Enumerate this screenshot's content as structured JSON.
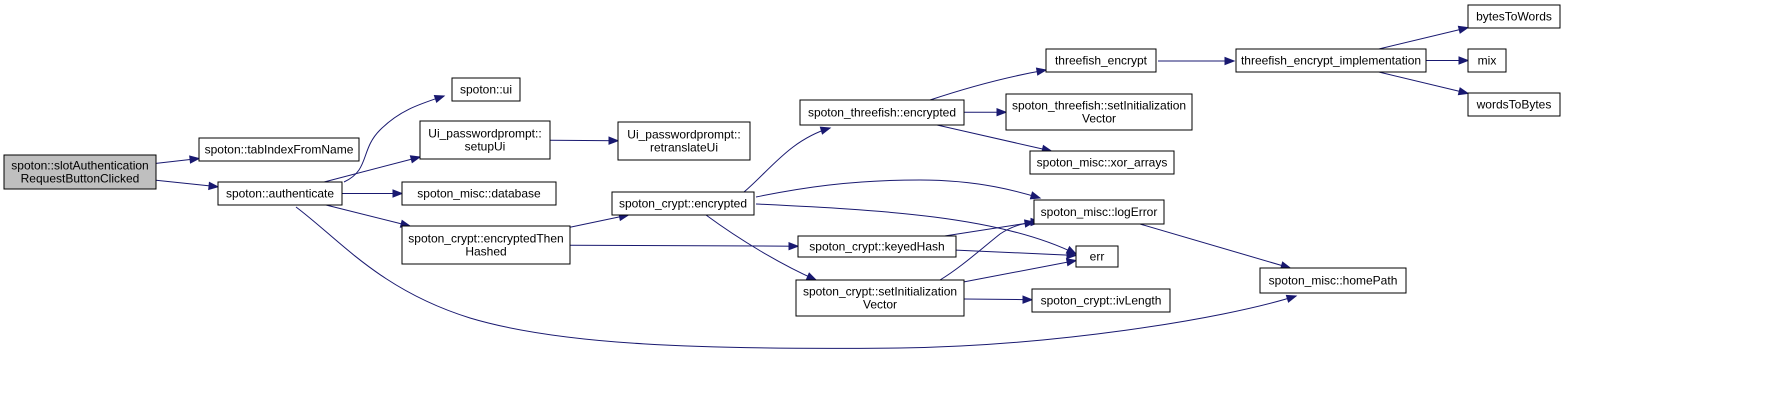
{
  "colors": {
    "edge": "#191970",
    "root_fill": "#bfbfbf",
    "node_fill": "#ffffff",
    "border": "#000000"
  },
  "nodes": [
    {
      "id": "n0",
      "lines": [
        "spoton::slotAuthentication",
        "RequestButtonClicked"
      ],
      "root": true
    },
    {
      "id": "n1",
      "lines": [
        "spoton::tabIndexFromName"
      ]
    },
    {
      "id": "n2",
      "lines": [
        "spoton::authenticate"
      ]
    },
    {
      "id": "n3",
      "lines": [
        "spoton::ui"
      ]
    },
    {
      "id": "n4",
      "lines": [
        "Ui_passwordprompt::",
        "setupUi"
      ]
    },
    {
      "id": "n5",
      "lines": [
        "spoton_misc::database"
      ]
    },
    {
      "id": "n6",
      "lines": [
        "spoton_crypt::encryptedThen",
        "Hashed"
      ]
    },
    {
      "id": "n7",
      "lines": [
        "spoton_misc::homePath"
      ]
    },
    {
      "id": "n8",
      "lines": [
        "Ui_passwordprompt::",
        "retranslateUi"
      ]
    },
    {
      "id": "n9",
      "lines": [
        "spoton_crypt::encrypted"
      ]
    },
    {
      "id": "n10",
      "lines": [
        "spoton_crypt::keyedHash"
      ]
    },
    {
      "id": "n11",
      "lines": [
        "spoton_threefish::encrypted"
      ]
    },
    {
      "id": "n12",
      "lines": [
        "spoton_misc::logError"
      ]
    },
    {
      "id": "n13",
      "lines": [
        "err"
      ]
    },
    {
      "id": "n14",
      "lines": [
        "spoton_crypt::setInitialization",
        "Vector"
      ]
    },
    {
      "id": "n15",
      "lines": [
        "threefish_encrypt"
      ]
    },
    {
      "id": "n16",
      "lines": [
        "spoton_threefish::setInitialization",
        "Vector"
      ]
    },
    {
      "id": "n17",
      "lines": [
        "spoton_misc::xor_arrays"
      ]
    },
    {
      "id": "n18",
      "lines": [
        "spoton_crypt::ivLength"
      ]
    },
    {
      "id": "n19",
      "lines": [
        "threefish_encrypt_implementation"
      ]
    },
    {
      "id": "n20",
      "lines": [
        "bytesToWords"
      ]
    },
    {
      "id": "n21",
      "lines": [
        "mix"
      ]
    },
    {
      "id": "n22",
      "lines": [
        "wordsToBytes"
      ]
    }
  ],
  "edges": [
    [
      "n0",
      "n1"
    ],
    [
      "n0",
      "n2"
    ],
    [
      "n2",
      "n3"
    ],
    [
      "n2",
      "n4"
    ],
    [
      "n2",
      "n5"
    ],
    [
      "n2",
      "n6"
    ],
    [
      "n2",
      "n7"
    ],
    [
      "n4",
      "n8"
    ],
    [
      "n6",
      "n9"
    ],
    [
      "n6",
      "n10"
    ],
    [
      "n9",
      "n11"
    ],
    [
      "n9",
      "n12"
    ],
    [
      "n9",
      "n13"
    ],
    [
      "n9",
      "n14"
    ],
    [
      "n10",
      "n12"
    ],
    [
      "n10",
      "n13"
    ],
    [
      "n11",
      "n15"
    ],
    [
      "n11",
      "n16"
    ],
    [
      "n11",
      "n17"
    ],
    [
      "n12",
      "n7"
    ],
    [
      "n14",
      "n12"
    ],
    [
      "n14",
      "n13"
    ],
    [
      "n14",
      "n18"
    ],
    [
      "n15",
      "n19"
    ],
    [
      "n19",
      "n20"
    ],
    [
      "n19",
      "n21"
    ],
    [
      "n19",
      "n22"
    ]
  ]
}
